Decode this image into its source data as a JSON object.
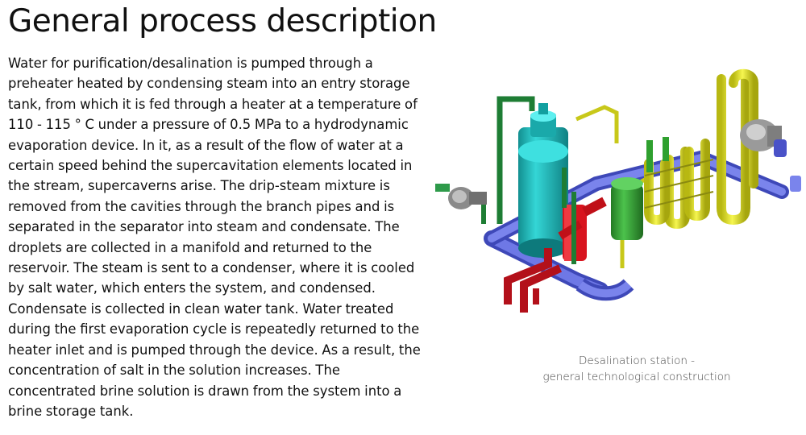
{
  "page": {
    "title": "General process description",
    "paragraph": "Water for purification/desalination is pumped through a preheater heated by condensing steam into an entry storage tank, from which it is fed through a heater at a temperature of 110 - 115 ° C under a pressure of 0.5 MPa to a hydrodynamic evaporation device. In it, as a result of the flow of water at a certain speed behind the supercavitation elements located in the stream, supercaverns arise. The drip-steam mixture is removed from the cavities through the branch pipes and is separated in the separator into steam and condensate. The droplets are collected in a manifold and returned to the reservoir. The steam is sent to a condenser, where it is cooled by salt water, which enters the system, and condensed. Condensate is collected in clean water tank. Water treated during the first evaporation cycle is repeatedly returned to the heater inlet and is pumped through the device. As a result, the concentration of salt in the solution increases. The concentrated brine solution is drawn from the system into a brine storage tank."
  },
  "figure": {
    "caption_line1": "Desalination station -",
    "caption_line2": "general technological construction",
    "colors": {
      "tank": "#1fbfbf",
      "pipe_blue": "#5a64d8",
      "pipe_red": "#d8141e",
      "pipe_green": "#1e8a3a",
      "pipe_yellow": "#e6e628",
      "green_vessel": "#3aa83a",
      "metal": "#9a9a9a"
    }
  }
}
